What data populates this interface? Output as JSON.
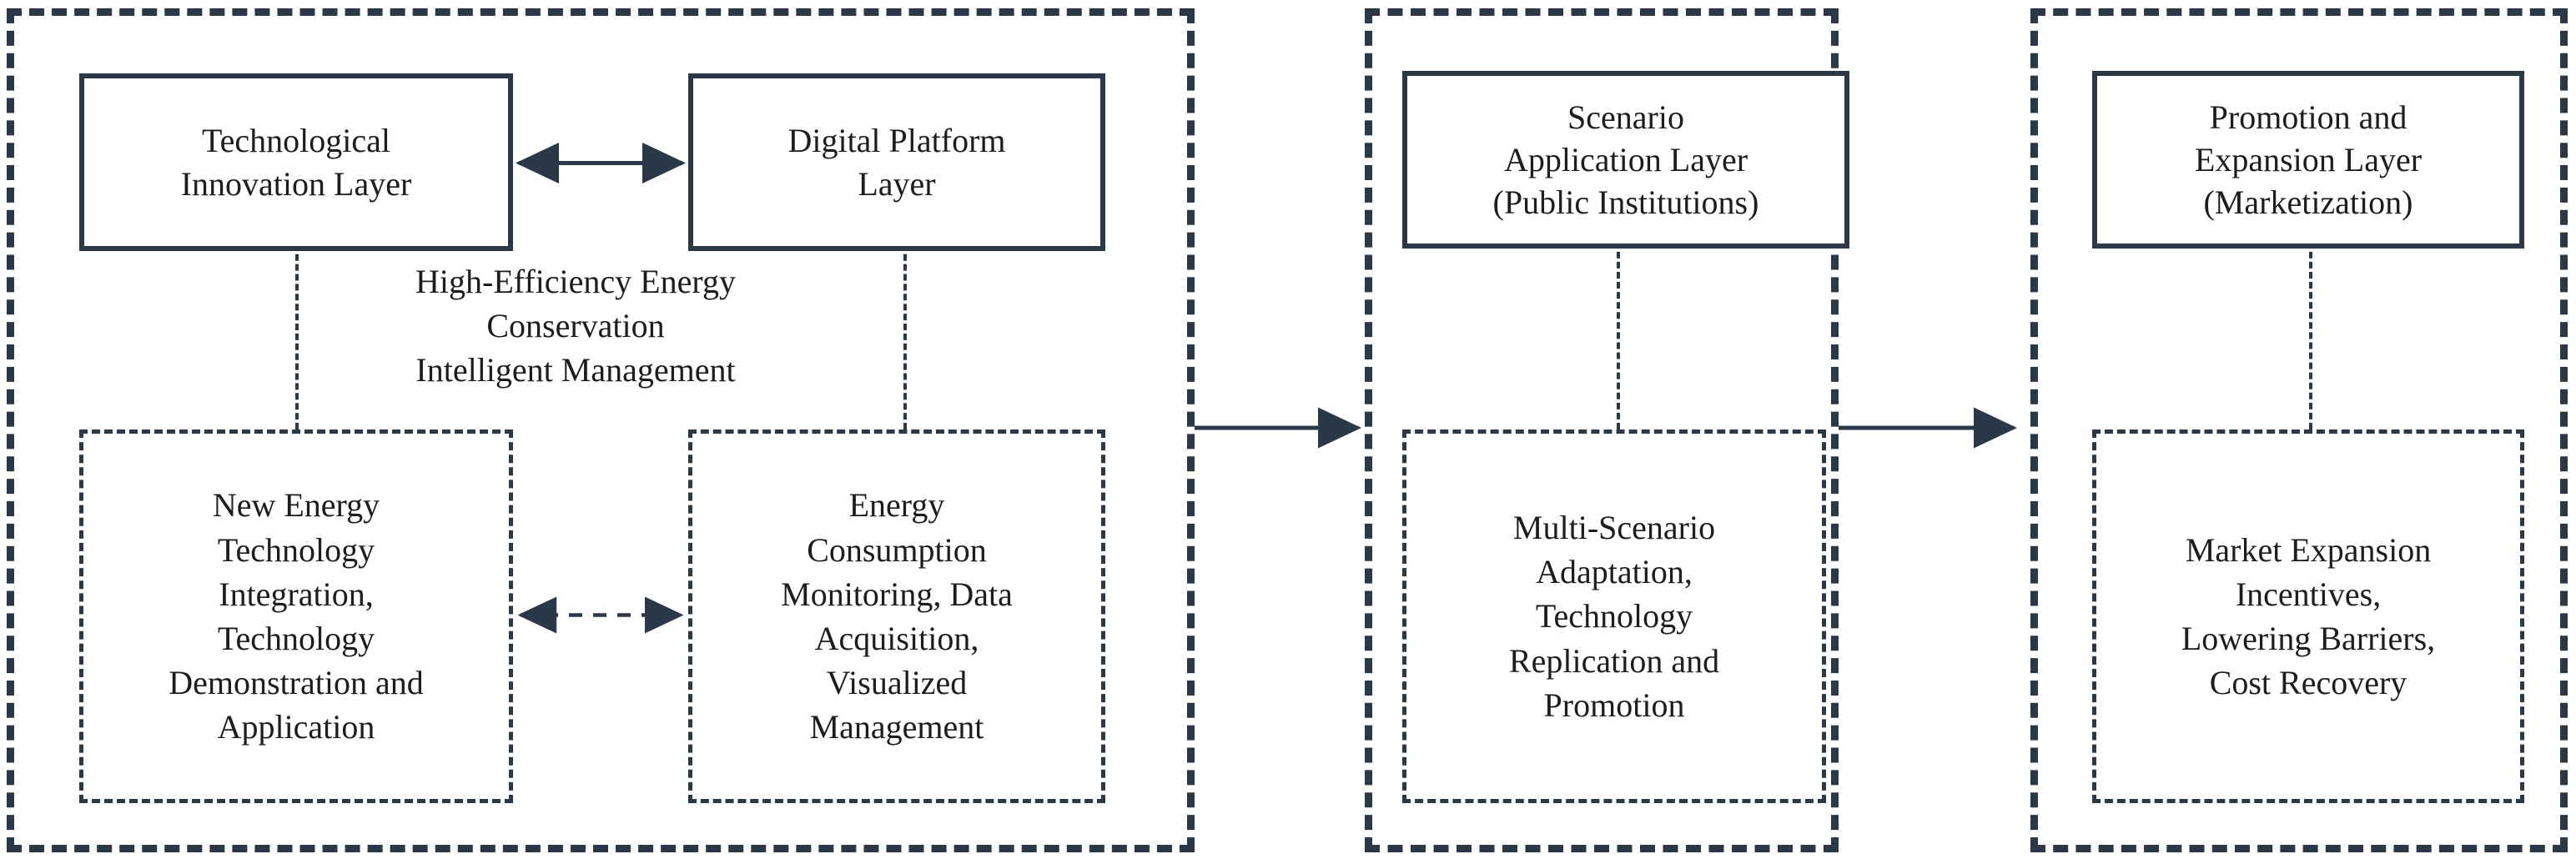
{
  "figure": {
    "type": "block-architecture-diagram",
    "orientation": "horizontal-left-to-right",
    "accent_color": "#2b3847",
    "text_color": "#1d1d1d",
    "background_color": "#ffffff"
  },
  "panels": [
    {
      "id": "panel-technology",
      "header_boxes": [
        {
          "id": "technological-innovation-layer",
          "label": "Technological\nInnovation Layer"
        },
        {
          "id": "digital-platform-layer",
          "label": "Digital Platform\nLayer"
        }
      ],
      "center_label": "High-Efficiency Energy\nConservation\nIntelligent Management",
      "detail_boxes": [
        {
          "id": "new-energy-technology-integration",
          "label": "New Energy\nTechnology\nIntegration,\nTechnology\nDemonstration and\nApplication"
        },
        {
          "id": "energy-consumption-monitoring",
          "label": "Energy\nConsumption\nMonitoring, Data\nAcquisition,\nVisualized\nManagement"
        }
      ],
      "internal_links": [
        {
          "id": "tech-to-platform",
          "style": "solid",
          "heads": "double",
          "direction": "horizontal"
        },
        {
          "id": "newenergy-to-monitoring",
          "style": "dashed",
          "heads": "double",
          "direction": "horizontal"
        }
      ]
    },
    {
      "id": "panel-scenario",
      "header_boxes": [
        {
          "id": "scenario-application-layer",
          "label": "Scenario\nApplication Layer\n(Public Institutions)"
        }
      ],
      "center_label": "",
      "detail_boxes": [
        {
          "id": "multi-scenario-adaptation",
          "label": "Multi-Scenario\nAdaptation,\nTechnology\nReplication and\nPromotion"
        }
      ],
      "internal_links": []
    },
    {
      "id": "panel-promotion",
      "header_boxes": [
        {
          "id": "promotion-and-expansion-layer",
          "label": "Promotion and\nExpansion Layer\n(Marketization)"
        }
      ],
      "center_label": "",
      "detail_boxes": [
        {
          "id": "market-expansion-incentives",
          "label": "Market Expansion\nIncentives,\nLowering Barriers,\nCost Recovery"
        }
      ],
      "internal_links": []
    }
  ],
  "panel_links": [
    {
      "id": "technology-to-scenario",
      "style": "solid",
      "heads": "single",
      "direction": "left-to-right"
    },
    {
      "id": "scenario-to-promotion",
      "style": "solid",
      "heads": "single",
      "direction": "left-to-right"
    }
  ]
}
